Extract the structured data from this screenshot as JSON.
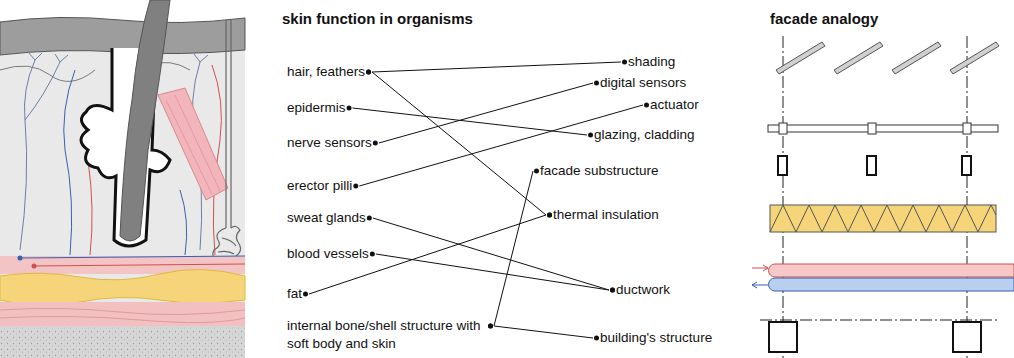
{
  "diagram": {
    "nodes": [
      {
        "text": [
          "hair, feathers"
        ]
      },
      {
        "text": [
          "epidermis"
        ]
      },
      {
        "text": [
          "nerve sensors"
        ]
      },
      {
        "text": [
          "erector pilli"
        ]
      },
      {
        "text": [
          "sweat glands"
        ]
      },
      {
        "text": [
          "blood vessels"
        ]
      },
      {
        "text": [
          "fat"
        ]
      },
      {
        "text": [
          "internal bone/shell structure with soft body and skin"
        ]
      },
      {
        "text": [
          "shading"
        ]
      },
      {
        "text": [
          "digital sensors"
        ]
      },
      {
        "text": [
          "actuator"
        ]
      },
      {
        "text": [
          "glazing, cladding"
        ]
      },
      {
        "text": [
          "facade substructure"
        ]
      },
      {
        "text": [
          "thermal insulation"
        ]
      },
      {
        "text": [
          "ductwork"
        ]
      },
      {
        "text": [
          "building's structure"
        ]
      }
    ],
    "edges": [
      {
        "from": 0,
        "to": 8,
        "arrow": "none"
      },
      {
        "from": 0,
        "to": 13,
        "arrow": "none"
      },
      {
        "from": 1,
        "to": 11,
        "arrow": "none"
      },
      {
        "from": 2,
        "to": 9,
        "arrow": "none"
      },
      {
        "from": 3,
        "to": 10,
        "arrow": "none"
      },
      {
        "from": 4,
        "to": 14,
        "arrow": "none"
      },
      {
        "from": 5,
        "to": 14,
        "arrow": "none"
      },
      {
        "from": 6,
        "to": 13,
        "arrow": "none"
      },
      {
        "from": 7,
        "to": 12,
        "arrow": "none"
      },
      {
        "from": 7,
        "to": 15,
        "arrow": "none"
      }
    ],
    "labels": [
      "skin function in organisms",
      "facade analogy"
    ]
  }
}
